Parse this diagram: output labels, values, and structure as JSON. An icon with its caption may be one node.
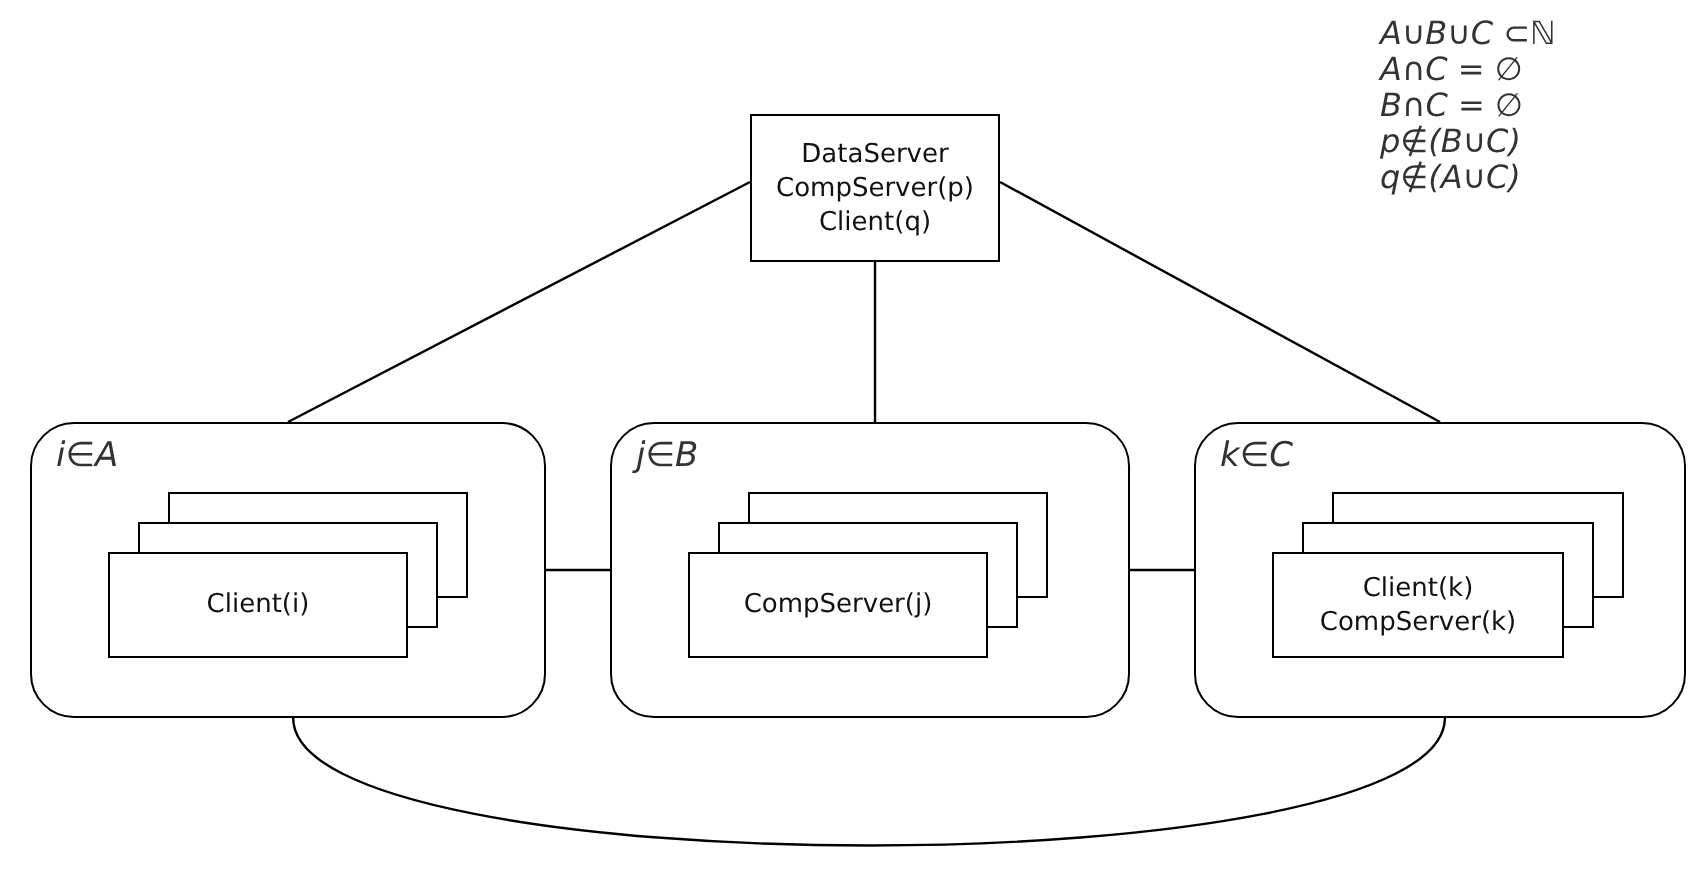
{
  "diagram": {
    "nodes": [
      {
        "text": [
          "DataServer",
          "CompServer(p)",
          "Client(q)"
        ]
      },
      {
        "text": [
          "i∈A"
        ]
      },
      {
        "text": [
          "Client(i)"
        ],
        "in": 1
      },
      {
        "text": [
          "j∈B"
        ]
      },
      {
        "text": [
          "CompServer(j)"
        ],
        "in": 3
      },
      {
        "text": [
          "k∈C"
        ]
      },
      {
        "text": [
          "Client(k)",
          "CompServer(k)"
        ],
        "in": 5
      }
    ],
    "edges": [
      {
        "from": 0,
        "to": 1,
        "arrow": "none"
      },
      {
        "from": 0,
        "to": 3,
        "arrow": "none"
      },
      {
        "from": 0,
        "to": 5,
        "arrow": "none"
      },
      {
        "from": 1,
        "to": 3,
        "arrow": "none"
      },
      {
        "from": 3,
        "to": 5,
        "arrow": "none"
      },
      {
        "from": 1,
        "to": 5,
        "arrow": "none"
      }
    ],
    "labels": [
      "A∪B∪C ⊂ℕ",
      "A∩C = ∅",
      "B∩C = ∅",
      "p∉(B∪C)",
      "q∉(A∪C)"
    ]
  }
}
